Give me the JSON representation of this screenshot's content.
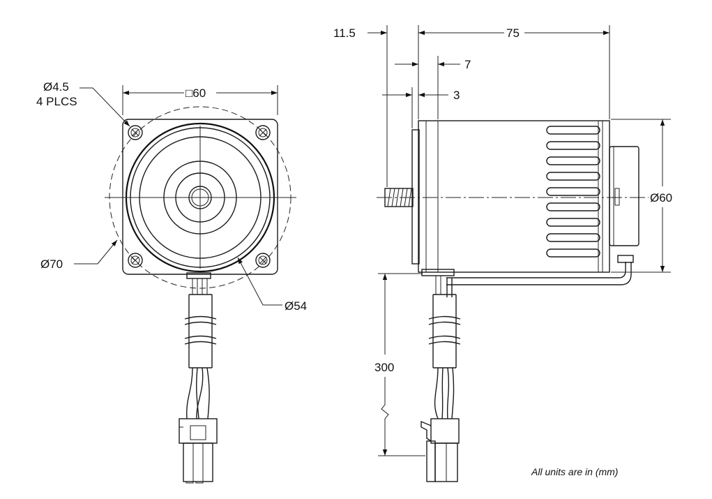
{
  "front_view": {
    "hole_dia": "Ø4.5",
    "hole_count": "4 PLCS",
    "square_size": "□60",
    "outer_circle_dia": "Ø70",
    "flange_dia": "Ø54"
  },
  "side_view": {
    "shaft_length": "11.5",
    "body_length": "75",
    "pilot_offset": "7",
    "flange_thickness": "3",
    "body_dia": "Ø60",
    "lead_length": "300"
  },
  "note": "All units are in (mm)"
}
